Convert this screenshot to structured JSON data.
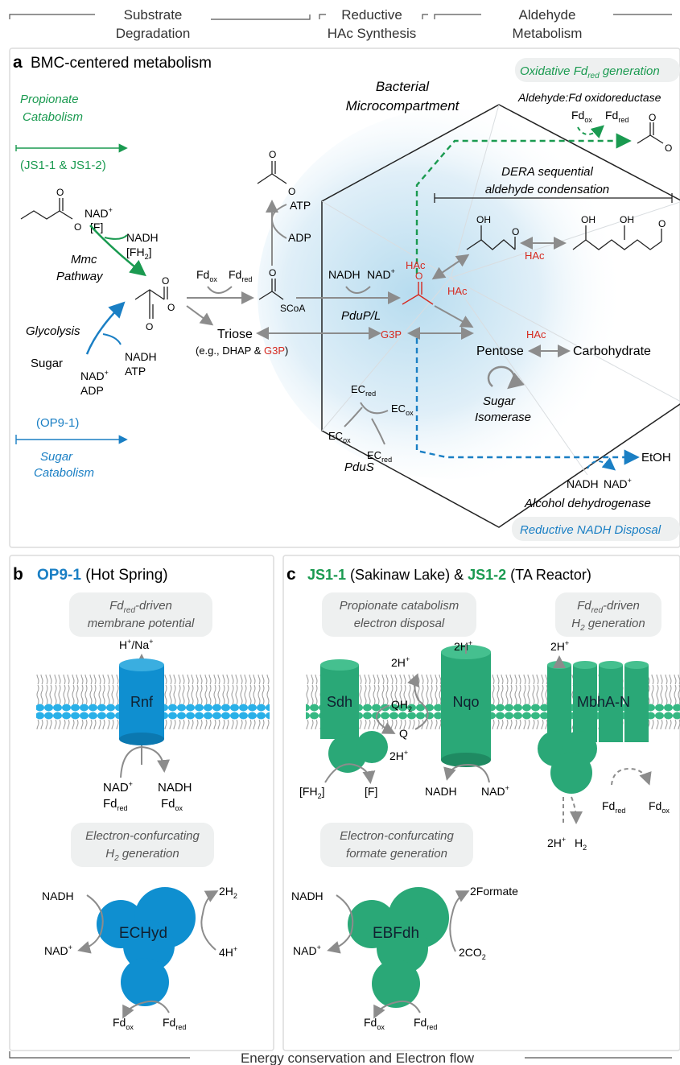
{
  "header": {
    "col1": [
      "Substrate",
      "Degradation"
    ],
    "col2": [
      "Reductive",
      "HAc Synthesis"
    ],
    "col3": [
      "Aldehyde",
      "Metabolism"
    ]
  },
  "panel_a": {
    "letter": "a",
    "title": "BMC-centered metabolism",
    "bmc_label": [
      "Bacterial",
      "Microcompartment"
    ],
    "oxidative_title": "Oxidative Fd",
    "oxidative_sub": "red",
    "oxidative_suffix": " generation",
    "aldehyde_fd": "Aldehyde:Fd oxidoreductase",
    "dera": [
      "DERA sequential",
      "aldehyde condensation"
    ],
    "propionate": [
      "Propionate",
      "Catabolism"
    ],
    "js_strains": "(JS1-1 & JS1-2)",
    "op_strain": "(OP9-1)",
    "sugar_catabolism": "Sugar",
    "sugar_catabolism2": "Catabolism",
    "nad_plus": "NAD",
    "f_bracket": "[F]",
    "nadh": "NADH",
    "fh2": "[FH",
    "mmc": [
      "Mmc",
      "Pathway"
    ],
    "glycolysis": "Glycolysis",
    "sugar": "Sugar",
    "atp": "ATP",
    "adp": "ADP",
    "fd": "Fd",
    "ox": "ox",
    "red": "red",
    "scoa": "SCoA",
    "triose": "Triose",
    "triose_eg_pre": "(e.g., DHAP & ",
    "g3p": "G3P",
    "triose_eg_post": ")",
    "hac": "HAc",
    "pdupl": "PduP/L",
    "pentose": "Pentose",
    "carbohydrate": "Carbohydrate",
    "sugar_isomerase": [
      "Sugar",
      "Isomerase"
    ],
    "ec": "EC",
    "pdus": "PduS",
    "etoh": "EtOH",
    "alcohol_dh": "Alcohol dehydrogenase",
    "reductive_nadh": "Reductive NADH Disposal",
    "oh": "OH",
    "o": "O",
    "o_minus": "O"
  },
  "panel_b": {
    "letter": "b",
    "strain": "OP9-1",
    "habitat": " (Hot Spring)",
    "box1": [
      "-driven",
      "membrane potential"
    ],
    "box1_pre": "Fd",
    "box1_sub": "red",
    "hna": "H",
    "hna2": "/Na",
    "rnf": "Rnf",
    "box2": [
      "Electron-confurcating",
      " generation"
    ],
    "box2_h": "H",
    "box2_sub": "2",
    "echyd": "ECHyd",
    "two_h2": "2H",
    "four_h": "4H"
  },
  "panel_c": {
    "letter": "c",
    "strain1": "JS1-1",
    "habitat1": " (Sakinaw Lake) & ",
    "strain2": "JS1-2",
    "habitat2": " (TA Reactor)",
    "box1": [
      "Propionate catabolism",
      "electron disposal"
    ],
    "box2_pre": "Fd",
    "box2_sub": "red",
    "box2_post": "-driven",
    "box2_line2_pre": "H",
    "box2_line2_sub": "2",
    "box2_line2_post": " generation",
    "sdh": "Sdh",
    "nqo": "Nqo",
    "mbh": "MbhA-N",
    "qh": "QH",
    "q": "Q",
    "two_h_plus": "2H",
    "fh2": "[FH",
    "f": "[F]",
    "h2": "H",
    "box3": [
      "Electron-confurcating",
      "formate generation"
    ],
    "ebfdh": "EBFdh",
    "formate": "2Formate",
    "co2": "2CO"
  },
  "footer": "Energy conservation and Electron flow",
  "colors": {
    "green": "#1a9a50",
    "blue": "#1a7fc4",
    "red": "#d6291f",
    "gray": "#8c8c8c",
    "green_fill": "#2aa877",
    "blue_fill": "#0f8fd0",
    "lipid": "#29b0e8",
    "lipid_green": "#35b883"
  }
}
